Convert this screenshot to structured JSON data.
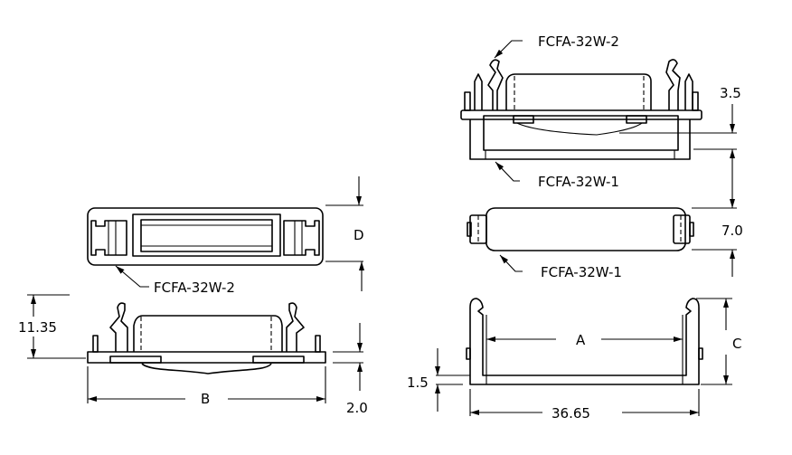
{
  "labels": {
    "part_top_left": "FCFA-32W-2",
    "part_top_right": "FCFA-32W-2",
    "part_assembly_bottom": "FCFA-32W-1",
    "part_cover": "FCFA-32W-1"
  },
  "dimensions": {
    "d": "D",
    "b": "B",
    "a": "A",
    "c": "C",
    "height_left": "11.35",
    "base_thickness_left": "2.0",
    "offset_top": "3.5",
    "cover_height": "7.0",
    "base_thickness_right": "1.5",
    "width_right": "36.65"
  }
}
